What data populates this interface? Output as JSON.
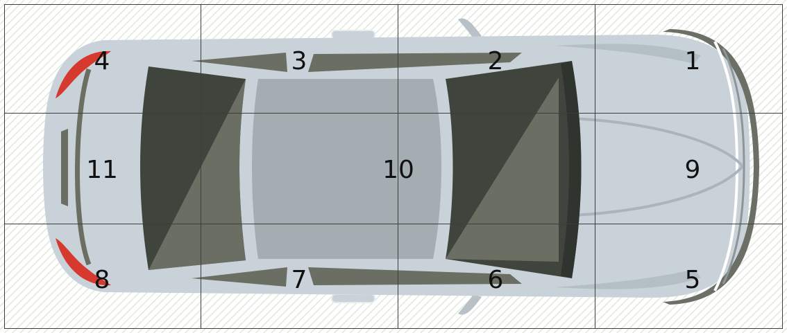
{
  "colors": {
    "background_stripe": "#e9ede4",
    "grid_line": "#3a3f3a",
    "car_body": "#c7d0d6",
    "car_body_shadow": "#b4bec5",
    "window_dark": "#3f443c",
    "window_light": "#6b6e63",
    "roof": "#a3adb2",
    "tail_light": "#d63a2e",
    "label": "#111111"
  },
  "icons": {
    "car": "car-top-view-icon"
  },
  "zones": [
    {
      "id": 1,
      "label": "1"
    },
    {
      "id": 2,
      "label": "2"
    },
    {
      "id": 3,
      "label": "3"
    },
    {
      "id": 4,
      "label": "4"
    },
    {
      "id": 5,
      "label": "5"
    },
    {
      "id": 6,
      "label": "6"
    },
    {
      "id": 7,
      "label": "7"
    },
    {
      "id": 8,
      "label": "8"
    },
    {
      "id": 9,
      "label": "9"
    },
    {
      "id": 10,
      "label": "10"
    },
    {
      "id": 11,
      "label": "11"
    }
  ]
}
